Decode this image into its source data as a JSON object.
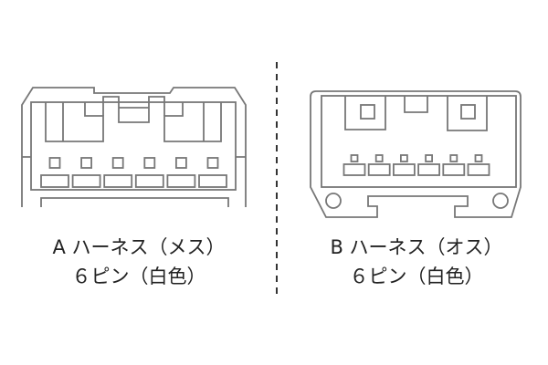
{
  "connector_a": {
    "line1": "A ハーネス（メス）",
    "line2": "６ピン（白色）",
    "pins": 6
  },
  "connector_b": {
    "line1": "B ハーネス（オス）",
    "line2": "６ピン（白色）",
    "pins": 6
  },
  "stroke_color": "#777777"
}
